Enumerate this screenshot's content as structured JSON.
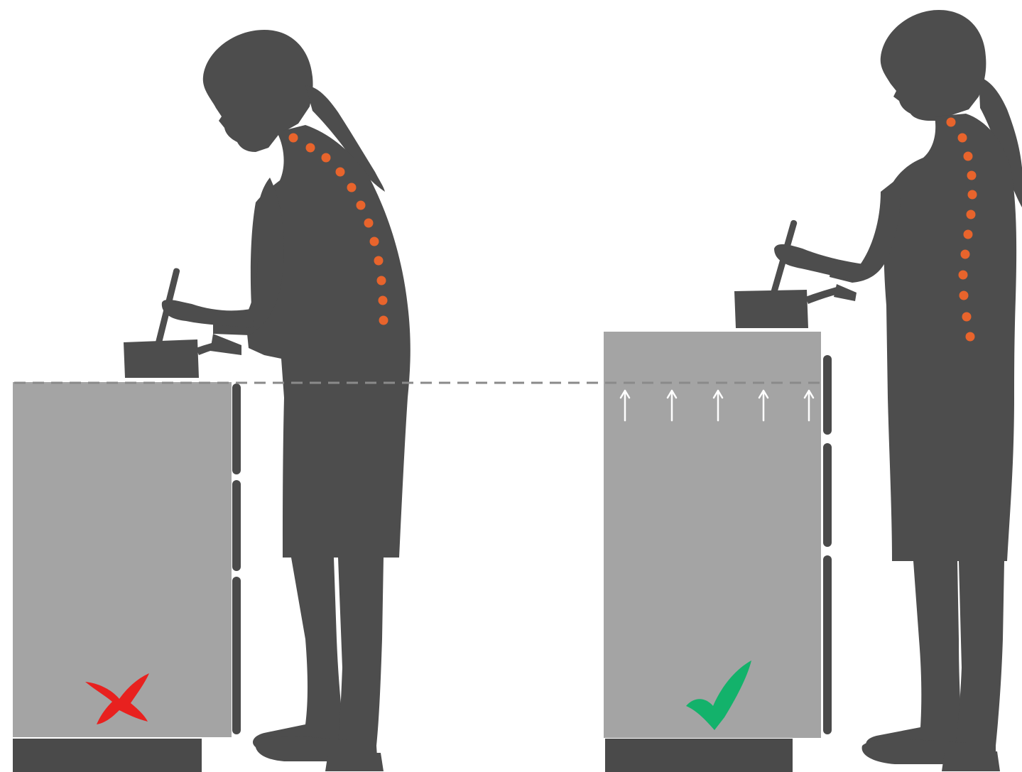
{
  "diagram": {
    "scenes": [
      {
        "id": "incorrect",
        "counter": "low",
        "posture": "hunched",
        "verdict": "incorrect",
        "verdict_icon": "cross-icon"
      },
      {
        "id": "correct",
        "counter": "raised",
        "posture": "upright",
        "verdict": "correct",
        "verdict_icon": "checkmark-icon"
      }
    ],
    "reference_line": "dashed",
    "raise_arrow_count": 5
  },
  "colors": {
    "background": "#ffffff",
    "silhouette": "#4d4d4d",
    "counter": "#a4a4a4",
    "counter_base": "#4a4a4a",
    "appliance_handle": "#4a4a4a",
    "spine_dots": "#e8642c",
    "cross": "#e8211f",
    "check": "#13b26b",
    "reference_line": "#8a8a8a",
    "arrows": "#ffffff"
  }
}
